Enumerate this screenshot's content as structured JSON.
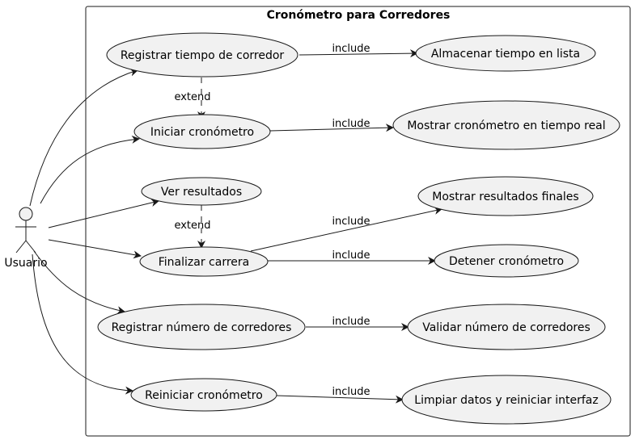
{
  "system": {
    "title": "Cronómetro para Corredores"
  },
  "actor": {
    "label": "Usuario"
  },
  "use_cases": {
    "registrar_tiempo": "Registrar tiempo de corredor",
    "almacenar_tiempo": "Almacenar tiempo en lista",
    "iniciar_cronometro": "Iniciar cronómetro",
    "mostrar_tiempo_real": "Mostrar cronómetro en tiempo real",
    "ver_resultados": "Ver resultados",
    "mostrar_resultados": "Mostrar resultados finales",
    "finalizar_carrera": "Finalizar carrera",
    "detener_cronometro": "Detener cronómetro",
    "registrar_numero": "Registrar número de corredores",
    "validar_numero": "Validar número de corredores",
    "reiniciar_cronometro": "Reiniciar cronómetro",
    "limpiar_datos": "Limpiar datos y reiniciar interfaz"
  },
  "relations": {
    "include": "include",
    "extend": "extend"
  },
  "colors": {
    "use_case_fill": "#f1f1f1",
    "stroke": "#181818"
  }
}
